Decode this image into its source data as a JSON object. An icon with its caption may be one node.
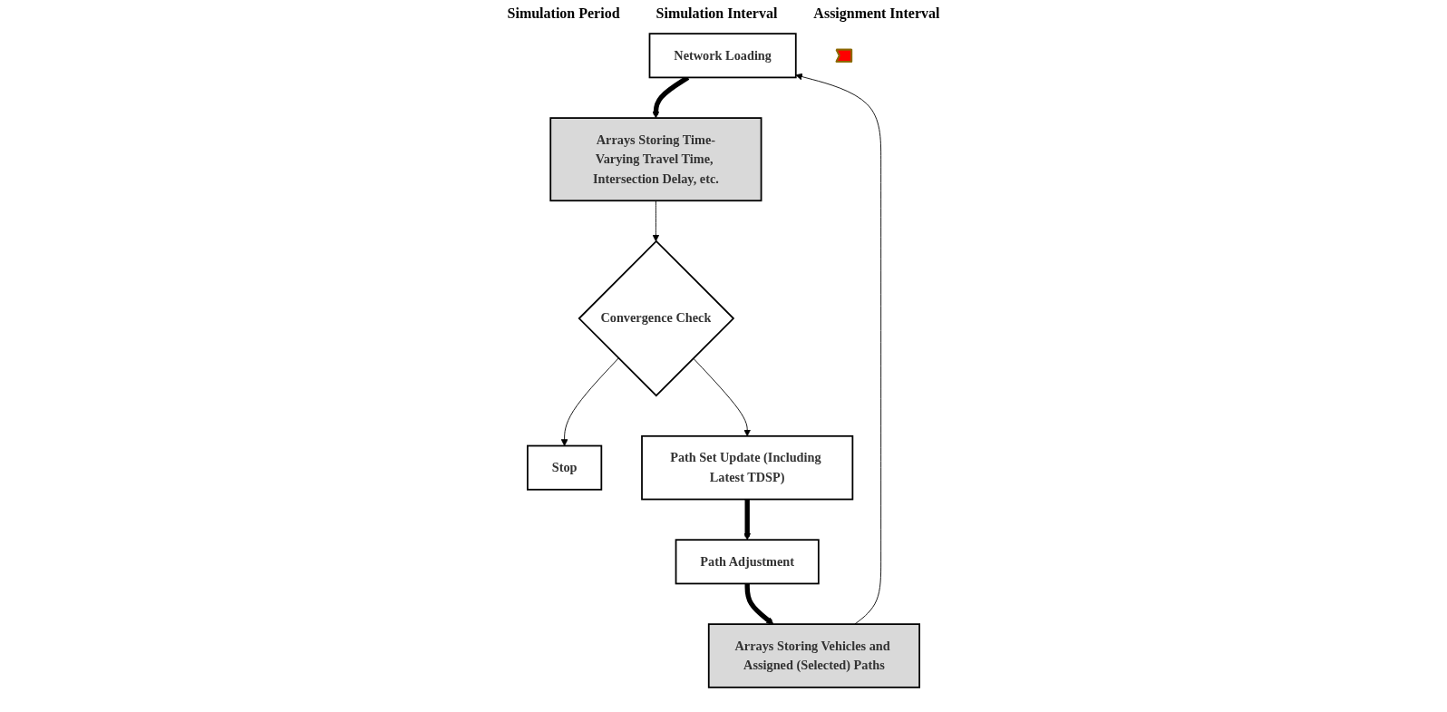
{
  "diagram": {
    "nodes": [
      {
        "text": [
          "Network Loading"
        ]
      },
      {
        "text": [
          "Arrays Storing Time-Varying Travel Time, Intersection Delay, etc."
        ]
      },
      {
        "text": [
          "Convergence Check"
        ]
      },
      {
        "text": [
          "Stop"
        ]
      },
      {
        "text": [
          "Path Set Update (Including Latest TDSP)"
        ]
      },
      {
        "text": [
          "Path Adjustment"
        ]
      },
      {
        "text": [
          "Arrays Storing Vehicles and Assigned (Selected) Paths"
        ]
      },
      {
        "text": [],
        "shape": "callout"
      }
    ],
    "edges": [
      {
        "from": 0,
        "to": 1,
        "arrow": "to",
        "style": "thick"
      },
      {
        "from": 1,
        "to": 2,
        "arrow": "to"
      },
      {
        "from": 2,
        "to": 3,
        "arrow": "to"
      },
      {
        "from": 2,
        "to": 4,
        "arrow": "to"
      },
      {
        "from": 4,
        "to": 5,
        "arrow": "to",
        "style": "thick"
      },
      {
        "from": 5,
        "to": 6,
        "arrow": "to",
        "style": "thick"
      },
      {
        "from": 6,
        "to": 0,
        "arrow": "to"
      }
    ],
    "labels": [
      "Simulation Period",
      "Simulation Interval",
      "Assignment Interval"
    ]
  }
}
